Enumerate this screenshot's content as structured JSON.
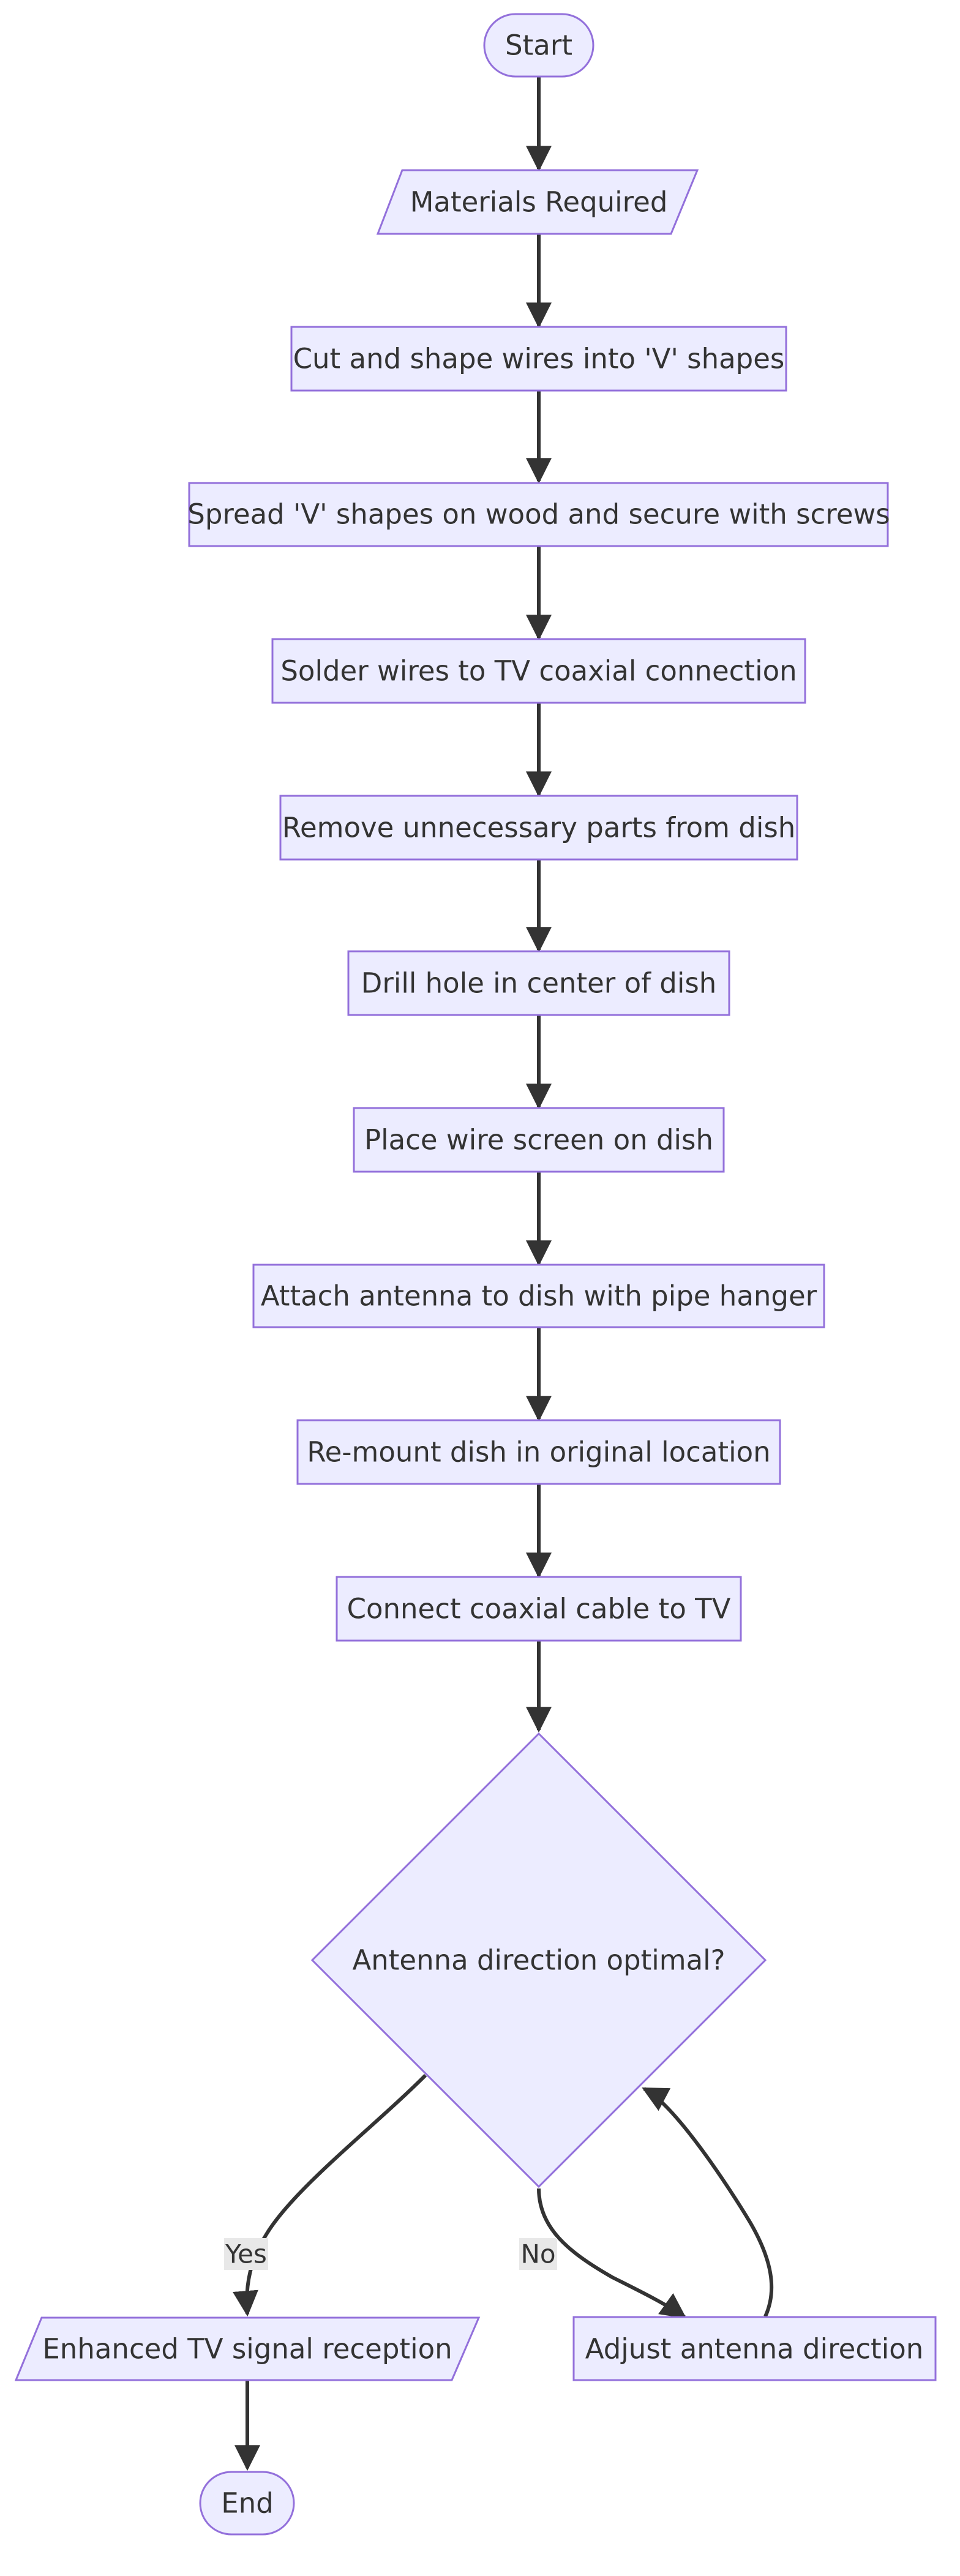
{
  "colors": {
    "node_fill": "#ECECFF",
    "node_stroke": "#9370DB",
    "edge": "#333333",
    "text": "#333333",
    "edge_label_bg": "#E8E8E8"
  },
  "nodes": {
    "start": "Start",
    "materials": "Materials Required",
    "cut": "Cut and shape wires into 'V' shapes",
    "spread": "Spread 'V' shapes on wood and secure with screws",
    "solder": "Solder wires to TV coaxial connection",
    "remove": "Remove unnecessary parts from dish",
    "drill": "Drill hole in center of dish",
    "screen": "Place wire screen on dish",
    "attach": "Attach antenna to dish with pipe hanger",
    "remount": "Re-mount dish in original location",
    "connect": "Connect coaxial cable to TV",
    "decision": "Antenna direction optimal?",
    "enhanced": "Enhanced TV signal reception",
    "adjust": "Adjust antenna direction",
    "end": "End"
  },
  "edge_labels": {
    "yes": "Yes",
    "no": "No"
  }
}
